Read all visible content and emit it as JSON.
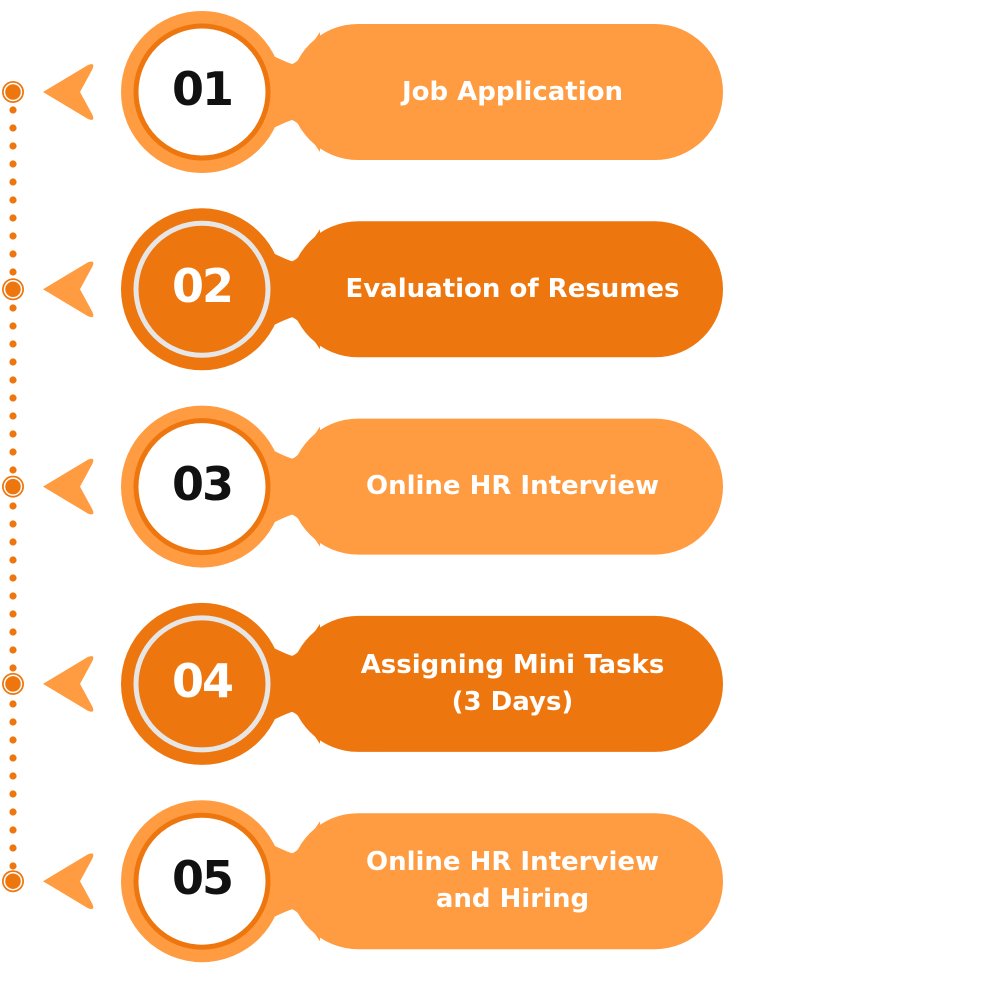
{
  "colors": {
    "light": "#FF9B40",
    "dark": "#EE760E",
    "ring_light": "#EE760E",
    "ring_dark": "#E6E6E6"
  },
  "steps": [
    {
      "number": "01",
      "label": "Job Application",
      "variant": "light"
    },
    {
      "number": "02",
      "label": "Evaluation of Resumes",
      "variant": "dark"
    },
    {
      "number": "03",
      "label": "Online HR Interview",
      "variant": "light"
    },
    {
      "number": "04",
      "label": "Assigning Mini Tasks\n(3 Days)",
      "variant": "dark"
    },
    {
      "number": "05",
      "label": "Online HR Interview\nand Hiring",
      "variant": "light"
    }
  ]
}
